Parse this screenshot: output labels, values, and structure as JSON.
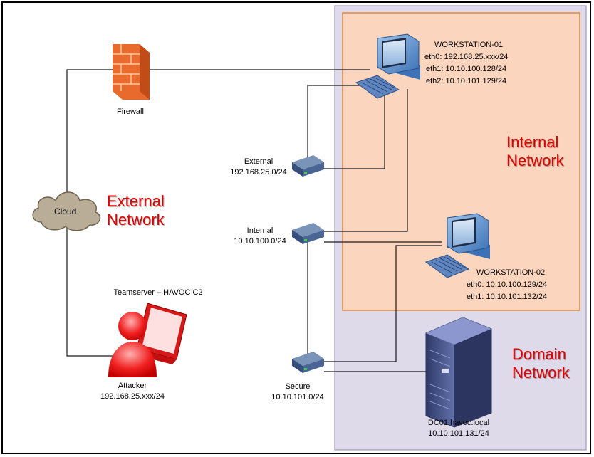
{
  "colors": {
    "domain_zone": "#dedaea",
    "internal_zone": "#fbd5bd",
    "internal_zone_border": "#e0893e",
    "zone_label": "#e00000",
    "lines": "#1a1a1a"
  },
  "zones": {
    "external": [
      "External",
      "Network"
    ],
    "internal": [
      "Internal",
      "Network"
    ],
    "domain": [
      "Domain",
      "Network"
    ]
  },
  "nodes": {
    "firewall": {
      "name": "Firewall",
      "icon": "brick-firewall-icon"
    },
    "cloud": {
      "name": "Cloud",
      "icon": "cloud-icon"
    },
    "attacker": {
      "title": "Teamserver – HAVOC C2",
      "name": "Attacker",
      "ip": "192.168.25.xxx/24",
      "icon": "attacker-with-laptop-icon"
    },
    "switch_external": {
      "name": "External",
      "subnet": "192.168.25.0/24",
      "icon": "switch-icon"
    },
    "switch_internal": {
      "name": "Internal",
      "subnet": "10.10.100.0/24",
      "icon": "switch-icon"
    },
    "switch_secure": {
      "name": "Secure",
      "subnet": "10.10.101.0/24",
      "icon": "switch-icon"
    },
    "workstation_01": {
      "name": "WORKSTATION-01",
      "ifaces": [
        "eth0: 192.168.25.xxx/24",
        "eth1: 10.10.100.128/24",
        "eth2: 10.10.101.129/24"
      ],
      "icon": "workstation-icon"
    },
    "workstation_02": {
      "name": "WORKSTATION-02",
      "ifaces": [
        "eth0: 10.10.100.129/24",
        "eth1: 10.10.101.132/24"
      ],
      "icon": "workstation-icon"
    },
    "dc01": {
      "name": "DC01.havoc.local",
      "ip": "10.10.101.131/24",
      "icon": "server-tower-icon"
    }
  }
}
